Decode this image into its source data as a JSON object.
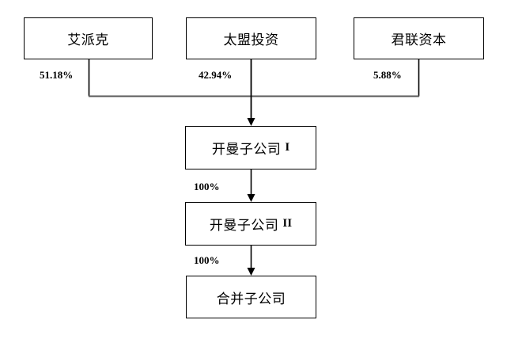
{
  "diagram": {
    "type": "org-chart",
    "title": "",
    "background_color": "#ffffff",
    "box_border_color": "#000000",
    "arrow_color": "#000000",
    "connector_color": "#595959",
    "shareholders": [
      {
        "id": "aipaike",
        "label": "艾派克",
        "stake": "51.18%"
      },
      {
        "id": "taimeng",
        "label": "太盟投资",
        "stake": "42.94%"
      },
      {
        "id": "junlian",
        "label": "君联资本",
        "stake": "5.88%"
      }
    ],
    "subsidiaries": [
      {
        "id": "cayman-1",
        "label": "开曼子公司",
        "suffix": "I",
        "stake_from_parent": ""
      },
      {
        "id": "cayman-2",
        "label": "开曼子公司",
        "suffix": "II",
        "stake_from_parent": "100%"
      },
      {
        "id": "merged",
        "label": "合并子公司",
        "suffix": "",
        "stake_from_parent": "100%"
      }
    ]
  }
}
